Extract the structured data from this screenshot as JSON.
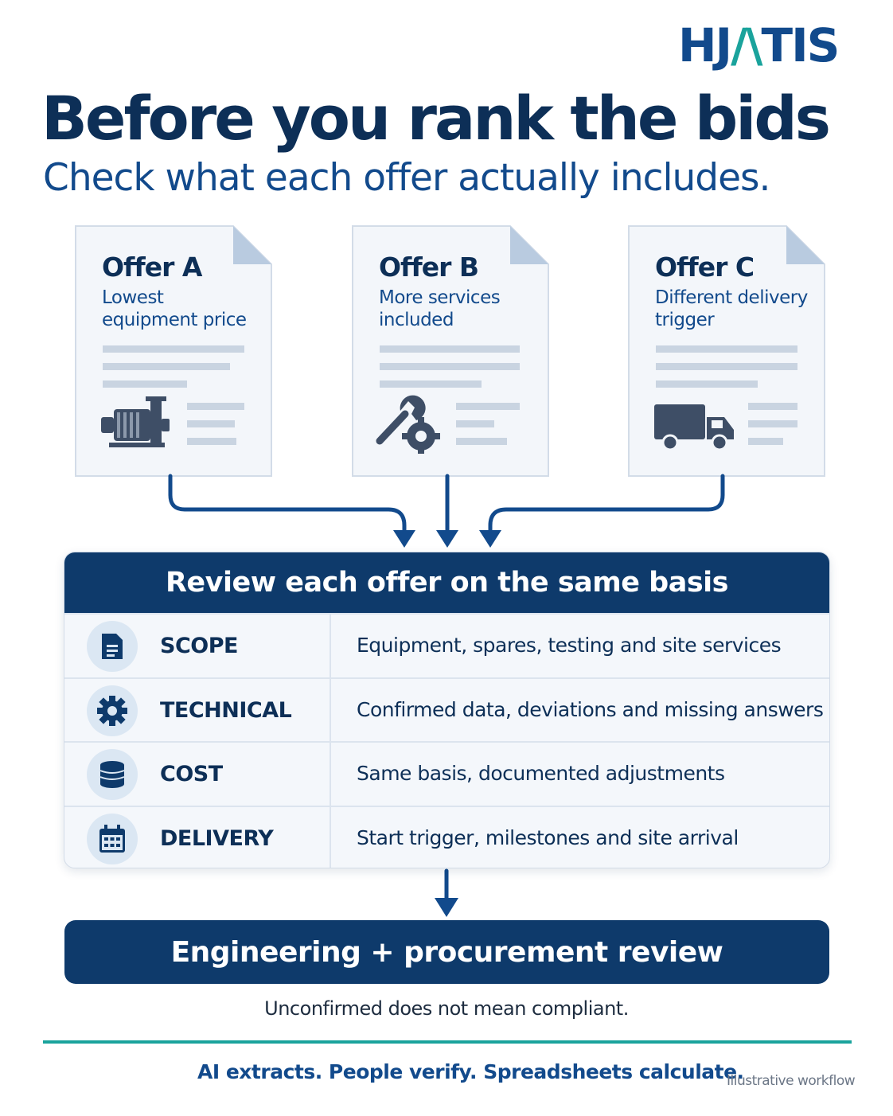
{
  "brand": {
    "logo_left": "HJ",
    "logo_accent": "/\\",
    "logo_right": "TIS"
  },
  "headline": {
    "title": "Before you rank the bids",
    "subtitle": "Check what each offer actually includes."
  },
  "offers": [
    {
      "title": "Offer A",
      "description": "Lowest equipment price",
      "icon": "pump-icon"
    },
    {
      "title": "Offer B",
      "description": "More services included",
      "icon": "wrench-gear-icon"
    },
    {
      "title": "Offer C",
      "description": "Different delivery trigger",
      "icon": "truck-icon"
    }
  ],
  "review": {
    "header": "Review each offer on the same basis",
    "rows": [
      {
        "label": "SCOPE",
        "description": "Equipment, spares, testing and site services",
        "icon": "document-icon"
      },
      {
        "label": "TECHNICAL",
        "description": "Confirmed data, deviations and missing answers",
        "icon": "gear-icon"
      },
      {
        "label": "COST",
        "description": "Same basis, documented adjustments",
        "icon": "coin-stack-icon"
      },
      {
        "label": "DELIVERY",
        "description": "Start trigger, milestones and site arrival",
        "icon": "calendar-icon"
      }
    ]
  },
  "final_step": {
    "label": "Engineering + procurement review"
  },
  "note": "Unconfirmed does not mean compliant.",
  "footer": {
    "tagline": "AI extracts. People verify. Spreadsheets calculate.",
    "caption": "Illustrative workflow"
  },
  "colors": {
    "navy": "#0e3a6b",
    "blue": "#124a8c",
    "teal": "#1aa39c",
    "card_bg": "#f4f7fb"
  }
}
